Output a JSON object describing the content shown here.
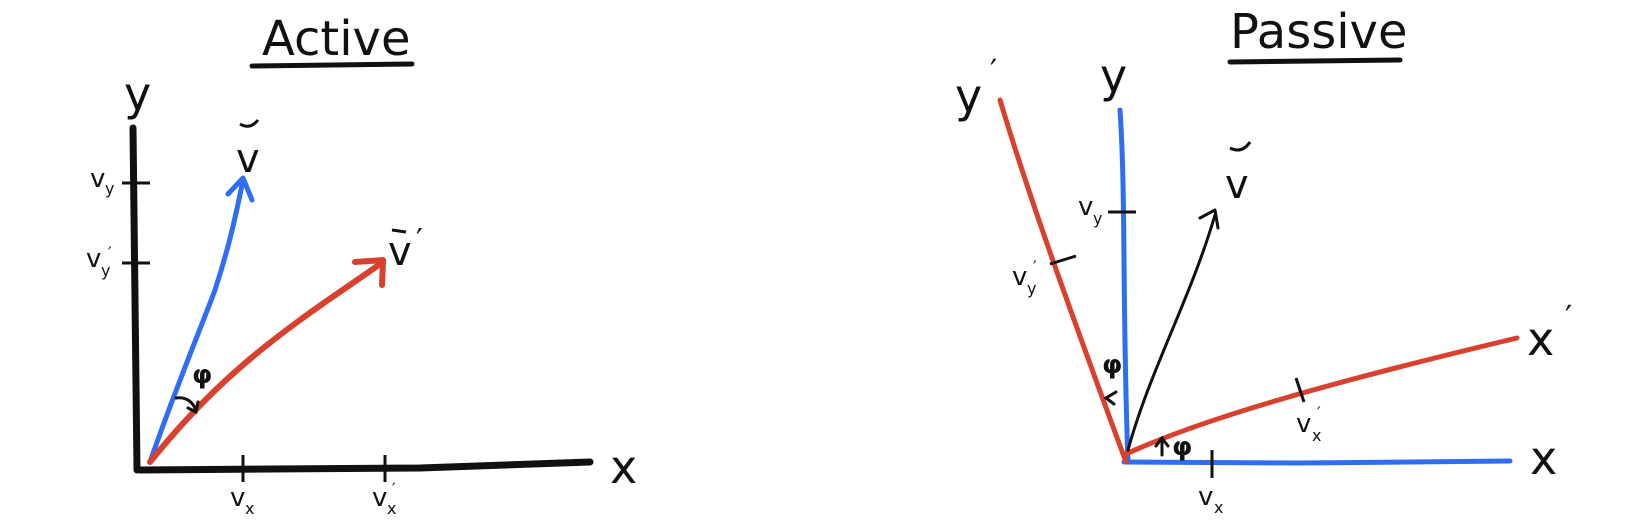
{
  "colors": {
    "ink": "#111111",
    "blue": "#2f6df2",
    "red": "#d9412f"
  },
  "active": {
    "title": "Active",
    "axis_x": "x",
    "axis_y": "y",
    "vector": "v",
    "vector_rotated": "v",
    "prime": "′",
    "angle": "φ",
    "tick_vy": "v",
    "tick_vy_sub": "y",
    "tick_vyp": "v",
    "tick_vyp_sub": "y",
    "tick_vx": "v",
    "tick_vx_sub": "x",
    "tick_vxp": "v",
    "tick_vxp_sub": "x"
  },
  "passive": {
    "title": "Passive",
    "axis_x": "x",
    "axis_y": "y",
    "axis_xp": "x",
    "axis_yp": "y",
    "prime": "′",
    "vector": "v",
    "angle": "φ",
    "tick_vy": "v",
    "tick_vy_sub": "y",
    "tick_vyp": "v",
    "tick_vyp_sub": "y",
    "tick_vx": "v",
    "tick_vx_sub": "x",
    "tick_vxp": "v",
    "tick_vxp_sub": "x"
  }
}
